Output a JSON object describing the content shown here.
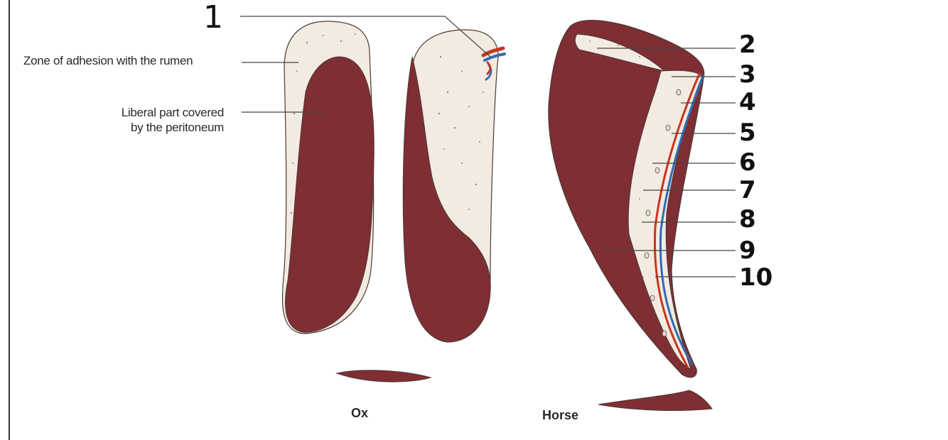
{
  "labels": {
    "zone_adhesion": "Zone of adhesion with the rumen",
    "liberal_line1": "Liberal part covered",
    "liberal_line2": "by the peritoneum"
  },
  "captions": {
    "ox": "Ox",
    "horse": "Horse"
  },
  "numbers": [
    "1",
    "2",
    "3",
    "4",
    "5",
    "6",
    "7",
    "8",
    "9",
    "10"
  ],
  "colors": {
    "parenchyma": "#7f2e33",
    "capsule": "#f3ebe1",
    "outline": "#4a3a36",
    "artery": "#c8341f",
    "vein": "#2f6db5",
    "leader": "#444444"
  }
}
